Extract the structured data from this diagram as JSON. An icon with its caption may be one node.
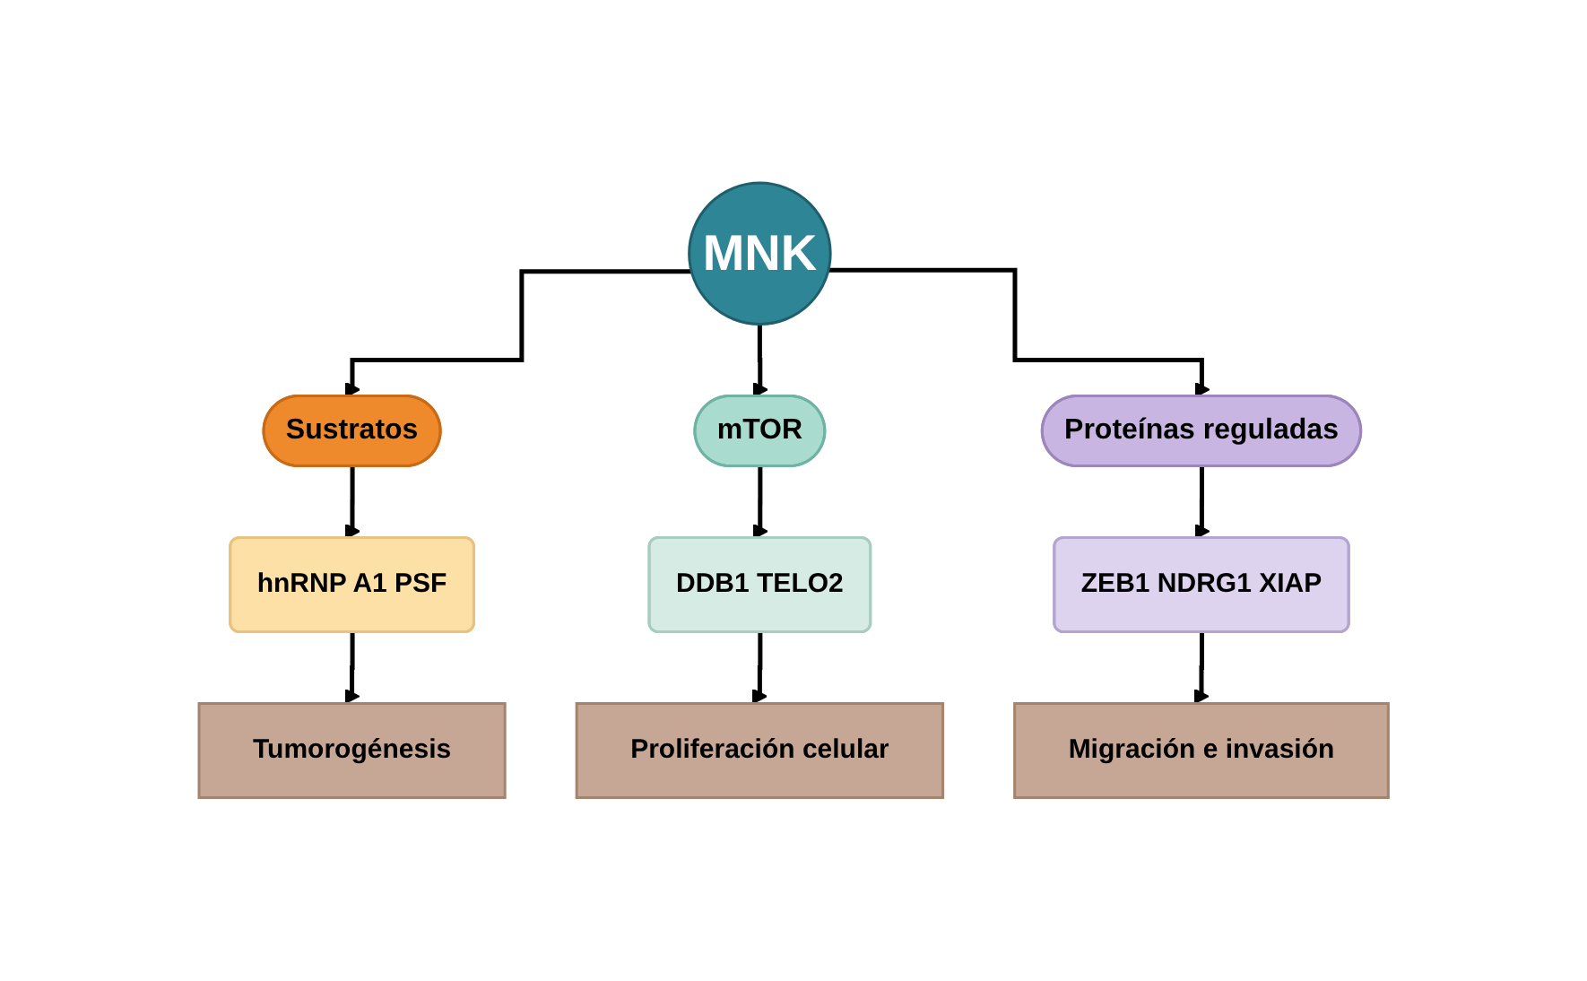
{
  "diagram": {
    "nodes": [
      {
        "text": [
          "MNK"
        ]
      },
      {
        "text": [
          "Sustratos"
        ]
      },
      {
        "text": [
          "mTOR"
        ]
      },
      {
        "text": [
          "Proteínas reguladas"
        ]
      },
      {
        "text": [
          "hnRNP A1 PSF"
        ]
      },
      {
        "text": [
          "DDB1 TELO2"
        ]
      },
      {
        "text": [
          "ZEB1 NDRG1 XIAP"
        ]
      },
      {
        "text": [
          "Tumorogénesis"
        ]
      },
      {
        "text": [
          "Proliferación celular"
        ]
      },
      {
        "text": [
          "Migración e invasión"
        ]
      }
    ],
    "edges": [
      {
        "from": 0,
        "to": 1,
        "arrow": "to"
      },
      {
        "from": 0,
        "to": 2,
        "arrow": "to"
      },
      {
        "from": 0,
        "to": 3,
        "arrow": "to"
      },
      {
        "from": 1,
        "to": 4,
        "arrow": "to"
      },
      {
        "from": 2,
        "to": 5,
        "arrow": "to"
      },
      {
        "from": 3,
        "to": 6,
        "arrow": "to"
      },
      {
        "from": 4,
        "to": 7,
        "arrow": "to"
      },
      {
        "from": 5,
        "to": 8,
        "arrow": "to"
      },
      {
        "from": 6,
        "to": 9,
        "arrow": "to"
      }
    ]
  }
}
